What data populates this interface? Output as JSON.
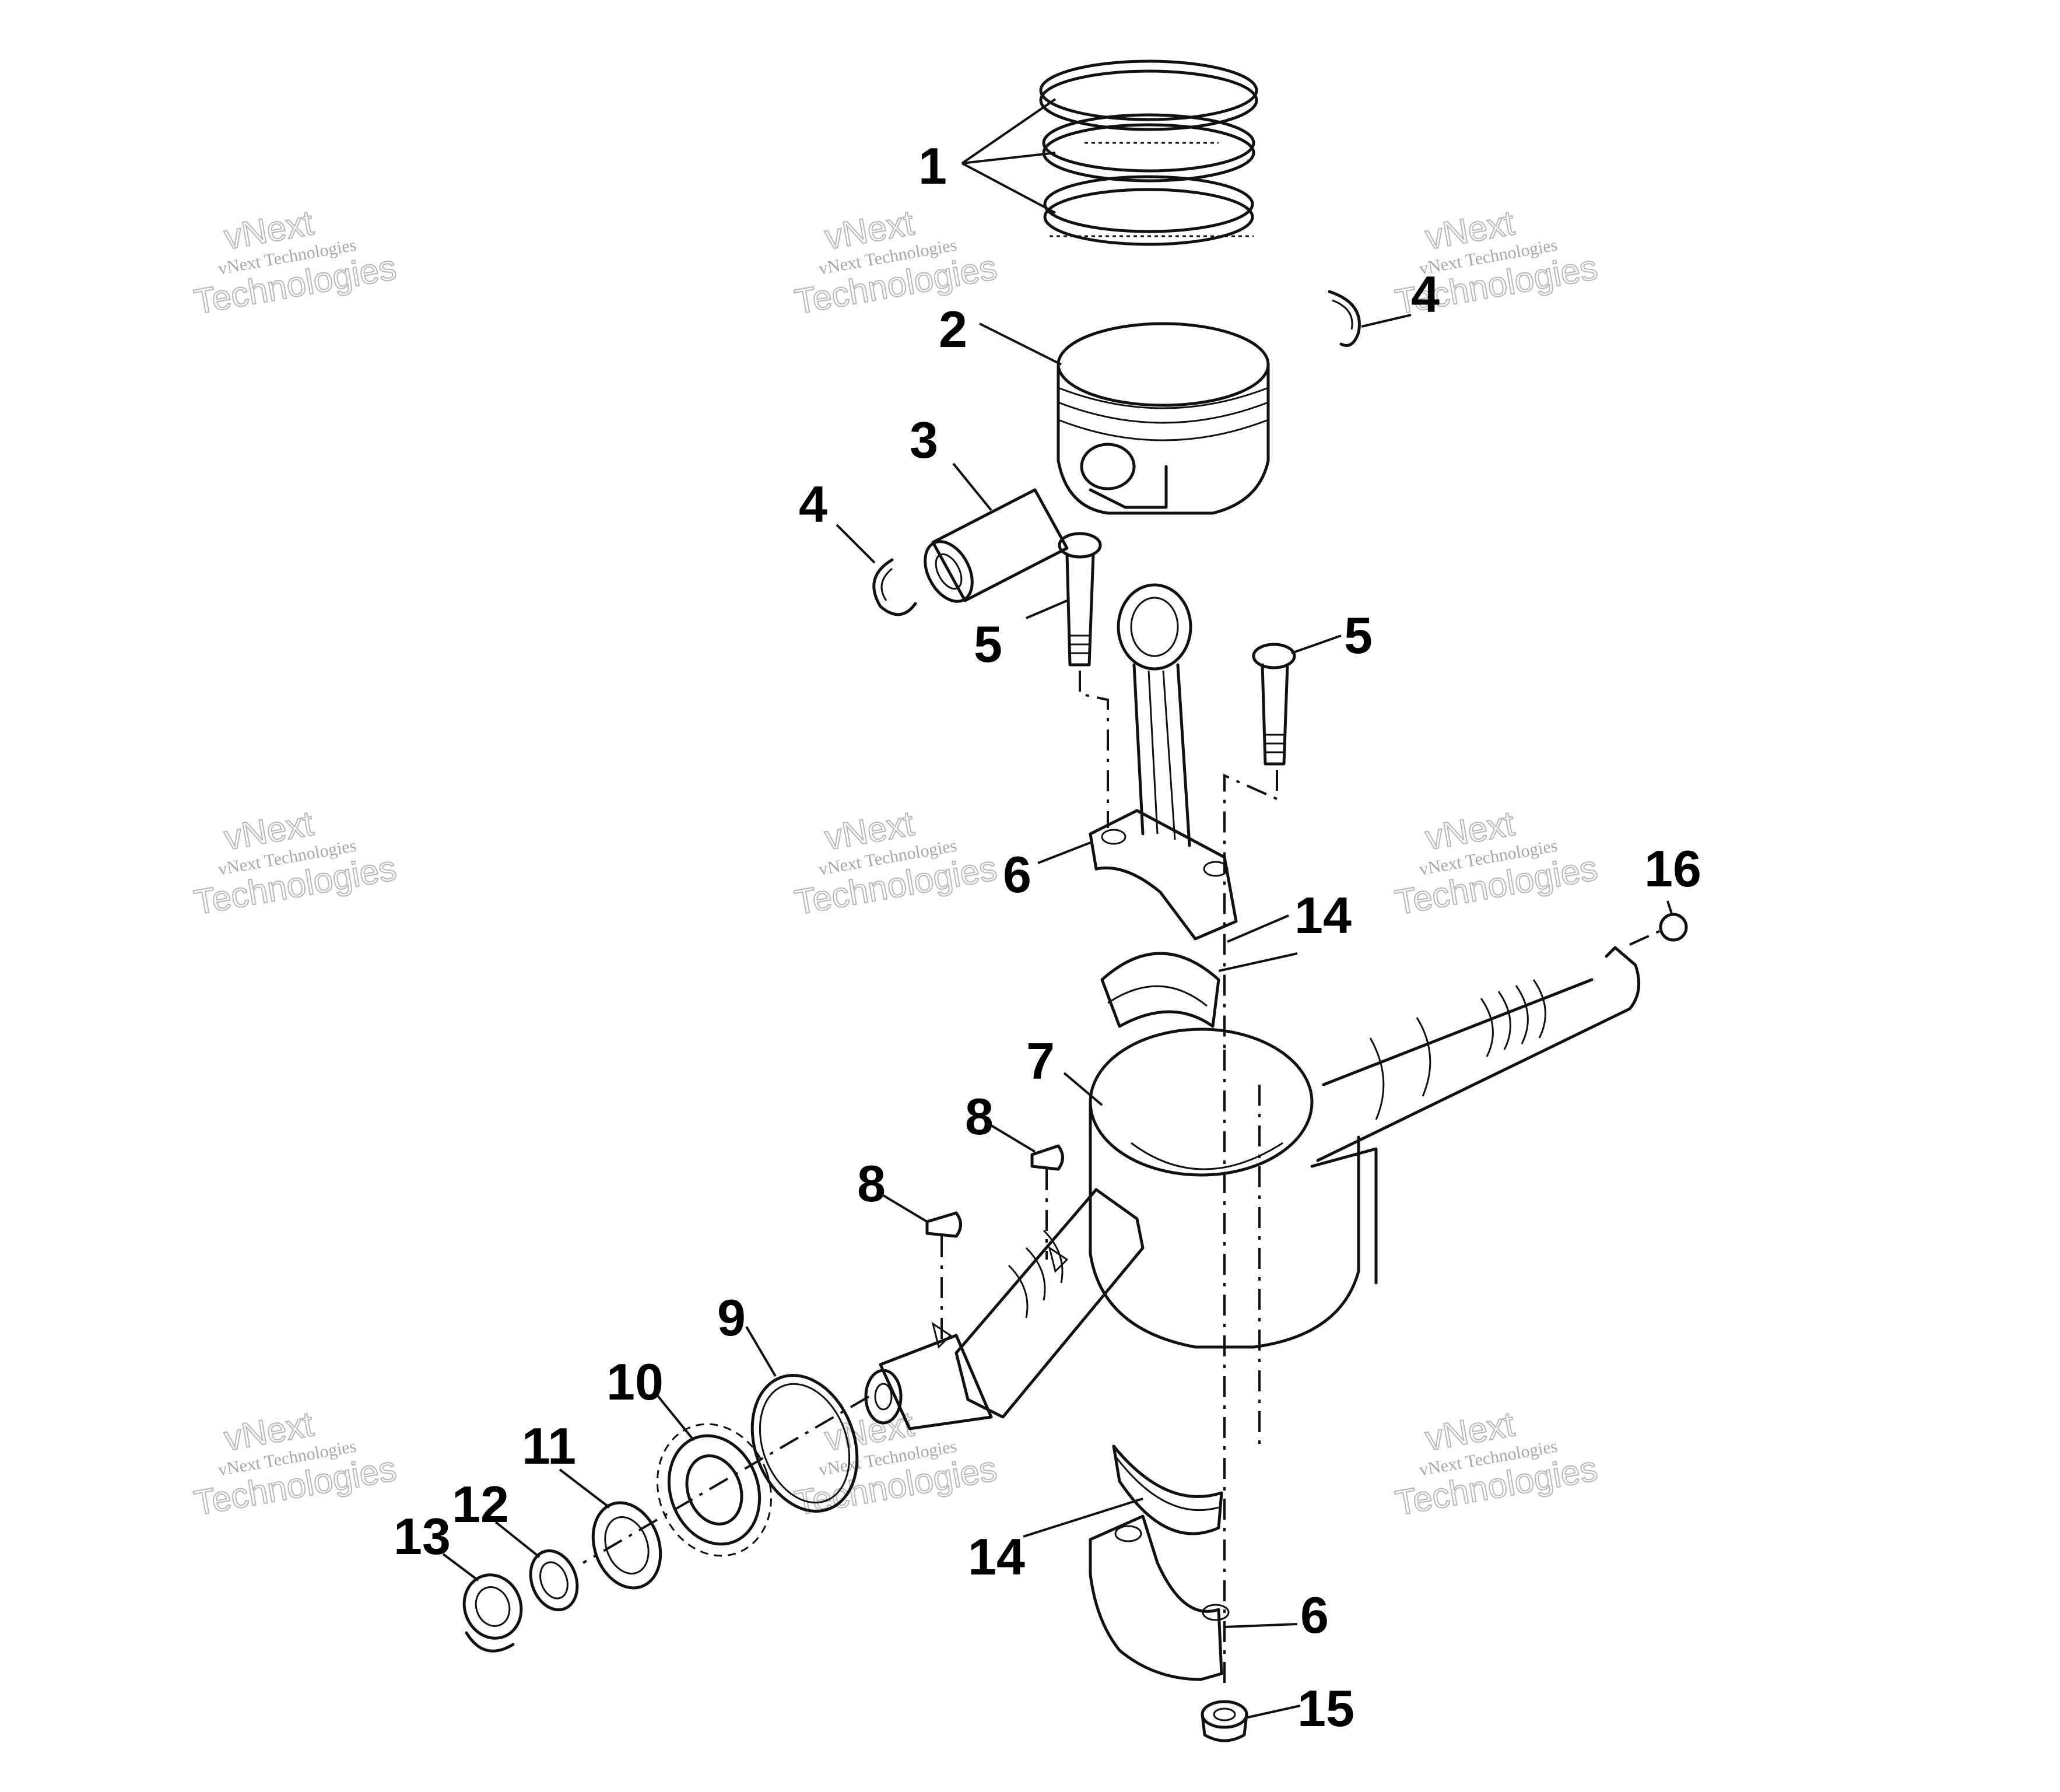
{
  "callouts": {
    "c1": "1",
    "c2": "2",
    "c3": "3",
    "c4a": "4",
    "c4b": "4",
    "c5a": "5",
    "c5b": "5",
    "c6a": "6",
    "c6b": "6",
    "c7": "7",
    "c8a": "8",
    "c8b": "8",
    "c9": "9",
    "c10": "10",
    "c11": "11",
    "c12": "12",
    "c13": "13",
    "c14a": "14",
    "c14b": "14",
    "c15": "15",
    "c16": "16"
  },
  "watermark": {
    "line1": "vNext Technologies",
    "line2": "vNext",
    "line3": "Technologies"
  }
}
